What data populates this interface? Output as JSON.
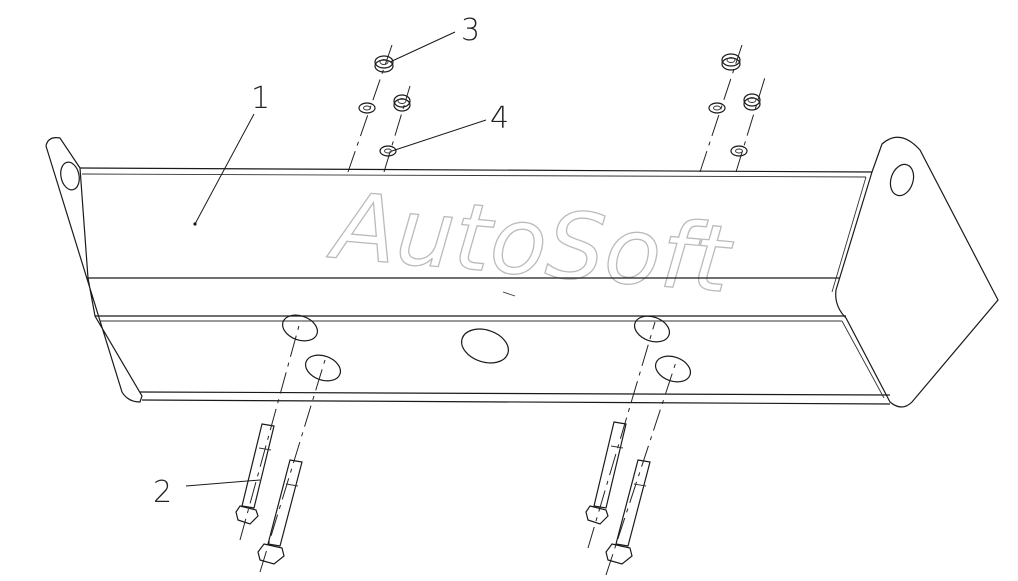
{
  "callouts": {
    "c1": "1",
    "c2": "2",
    "c3": "3",
    "c4": "4"
  },
  "watermark": "AutoSoft",
  "colors": {
    "line": "#1a1a1a",
    "watermark": "#bbbbbb",
    "background": "#ffffff"
  }
}
